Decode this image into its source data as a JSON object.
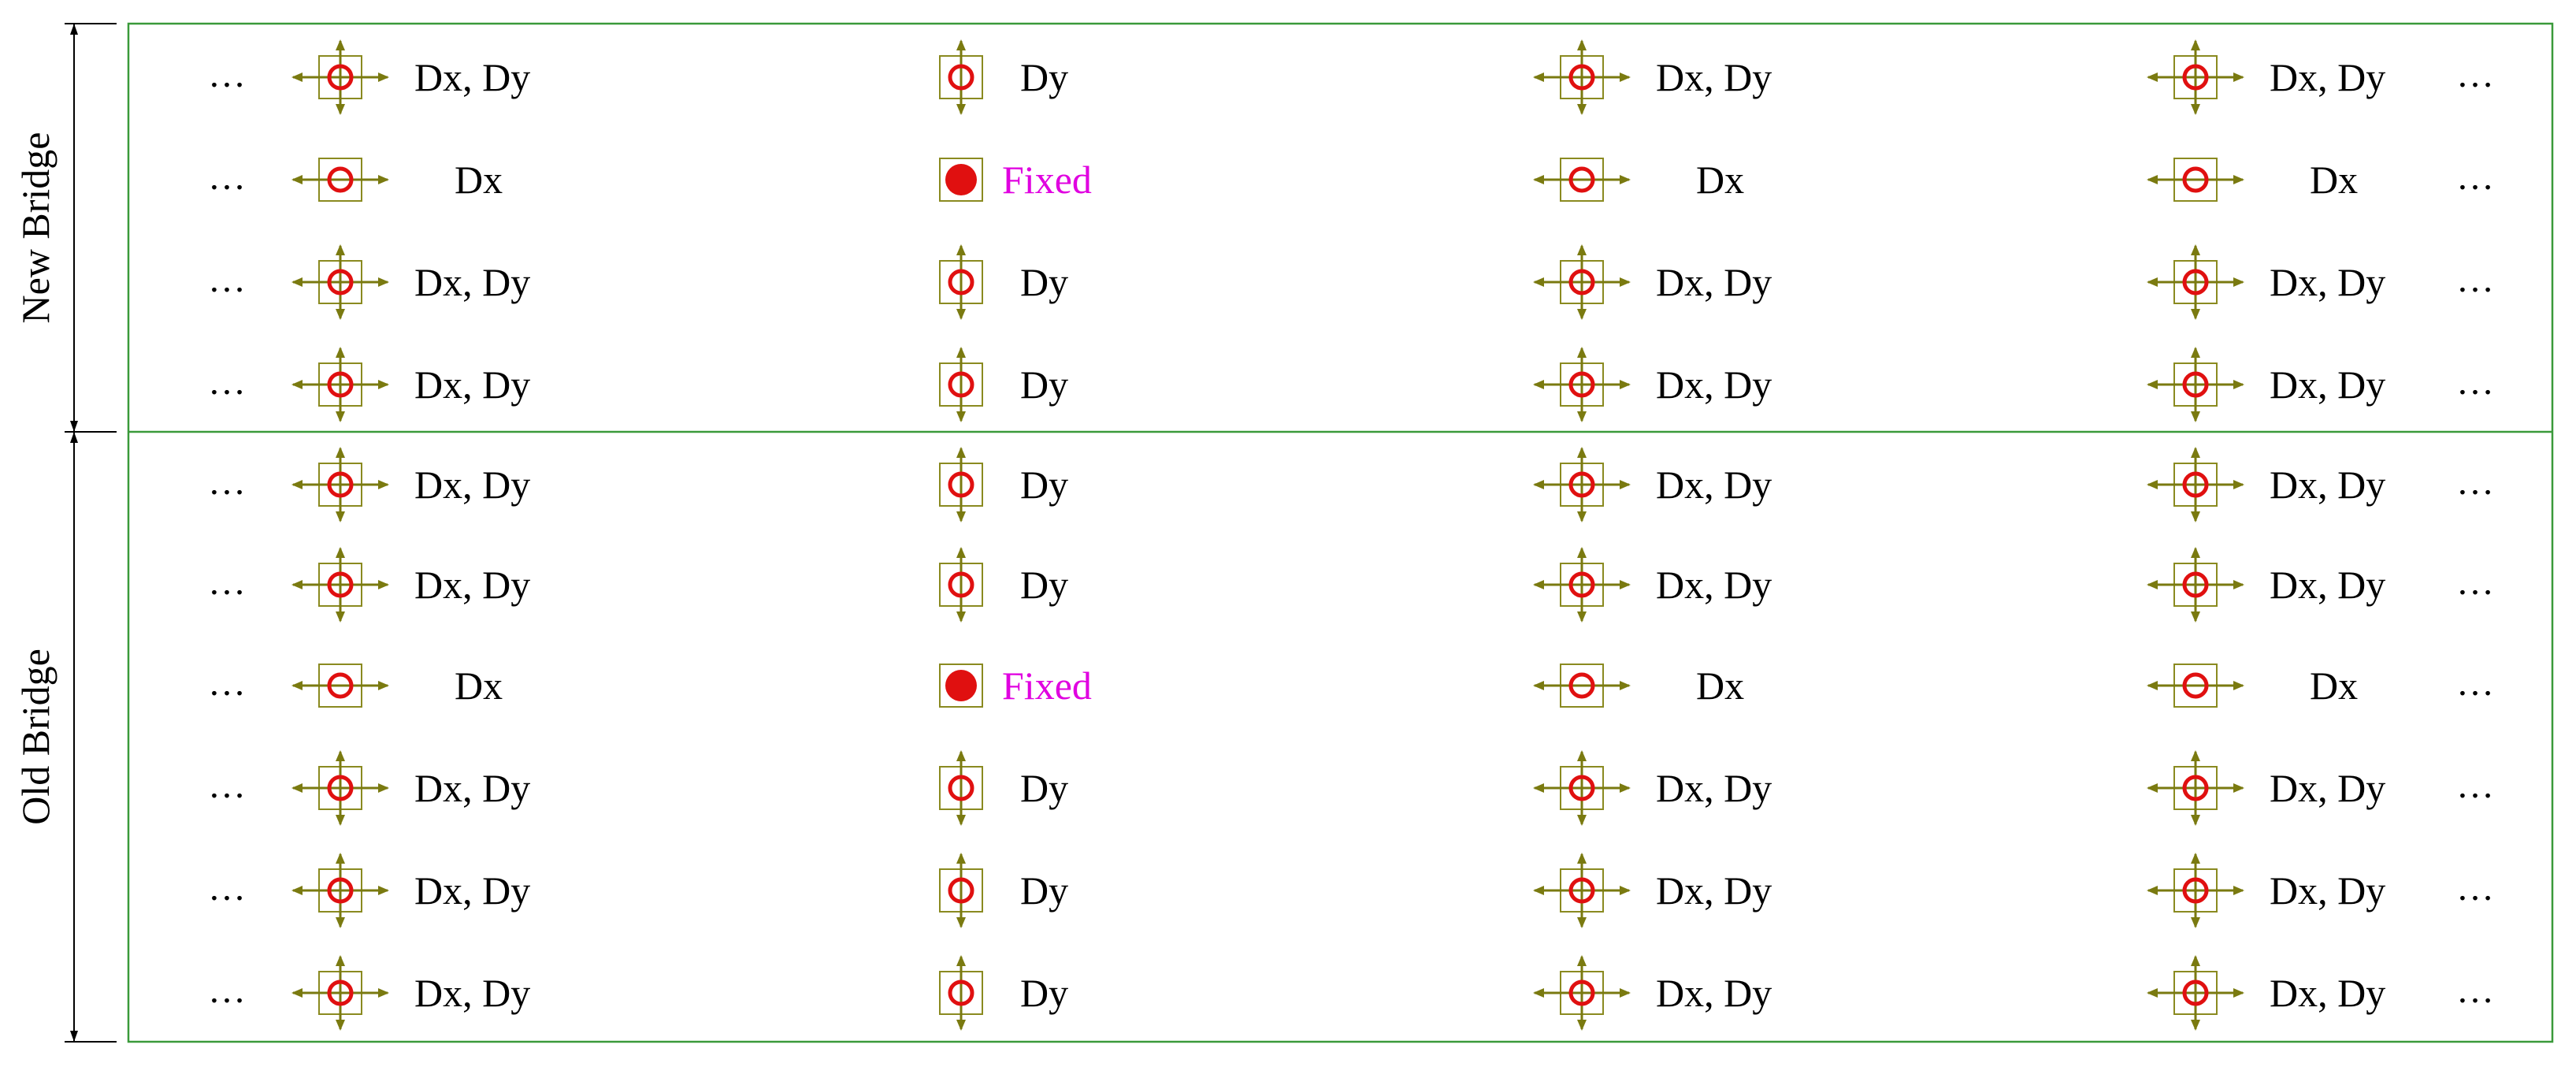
{
  "colors": {
    "frame": "#3a9a3a",
    "bearing_box": "#8a8a20",
    "bearing_arrow": "#7a7a10",
    "bearing_circle": "#e01010",
    "fixed_text": "#e000e0",
    "text": "#000000"
  },
  "sections": [
    {
      "label": "New Bridge",
      "rows": [
        [
          "Dx, Dy",
          "Dy",
          "Dx, Dy",
          "Dx, Dy"
        ],
        [
          "Dx",
          "Fixed",
          "Dx",
          "Dx"
        ],
        [
          "Dx, Dy",
          "Dy",
          "Dx, Dy",
          "Dx, Dy"
        ],
        [
          "Dx, Dy",
          "Dy",
          "Dx, Dy",
          "Dx, Dy"
        ]
      ]
    },
    {
      "label": "Old Bridge",
      "rows": [
        [
          "Dx, Dy",
          "Dy",
          "Dx, Dy",
          "Dx, Dy"
        ],
        [
          "Dx, Dy",
          "Dy",
          "Dx, Dy",
          "Dx, Dy"
        ],
        [
          "Dx",
          "Fixed",
          "Dx",
          "Dx"
        ],
        [
          "Dx, Dy",
          "Dy",
          "Dx, Dy",
          "Dx, Dy"
        ],
        [
          "Dx, Dy",
          "Dy",
          "Dx, Dy",
          "Dx, Dy"
        ],
        [
          "Dx, Dy",
          "Dy",
          "Dx, Dy",
          "Dx, Dy"
        ]
      ]
    }
  ],
  "ellipsis": "…",
  "bearing_icons": {
    "Dx, Dy": "bidirectional-bearing-icon",
    "Dx": "longitudinal-bearing-icon",
    "Dy": "transverse-bearing-icon",
    "Fixed": "fixed-bearing-icon"
  }
}
